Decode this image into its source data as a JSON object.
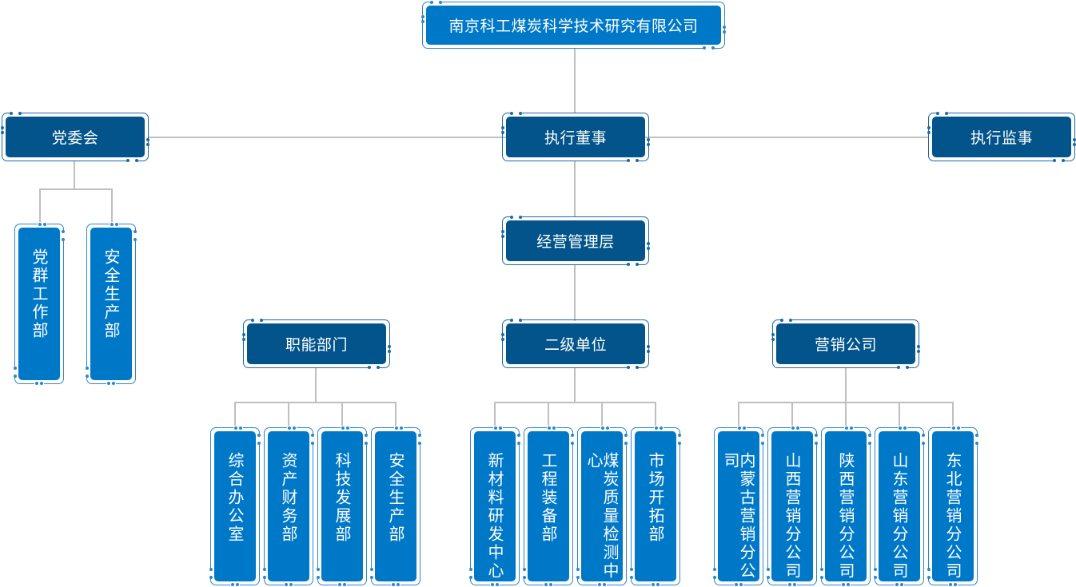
{
  "colors": {
    "primary_dark": "#02548a",
    "primary_bright": "#0078c8",
    "connector": "#bfbfbf",
    "frame": "#1a6aa8"
  },
  "root": {
    "label": "南京科工煤炭科学技术研究有限公司"
  },
  "level1": {
    "party_committee": "党委会",
    "executive_director": "执行董事",
    "executive_supervisor": "执行监事"
  },
  "party_units": [
    "党群工作部",
    "安全生产部"
  ],
  "management": "经营管理层",
  "level3": {
    "functional": "职能部门",
    "secondary": "二级单位",
    "marketing": "营销公司"
  },
  "functional_units": [
    "综合办公室",
    "资产财务部",
    "科技发展部",
    "安全生产部"
  ],
  "secondary_units": [
    "新材料研发中心",
    "工程装备部",
    "煤炭质量检测中心",
    "市场开拓部"
  ],
  "marketing_units": [
    "内蒙古营销分公司",
    "山西营销分公司",
    "陕西营销分公司",
    "山东营销分公司",
    "东北营销分公司"
  ]
}
